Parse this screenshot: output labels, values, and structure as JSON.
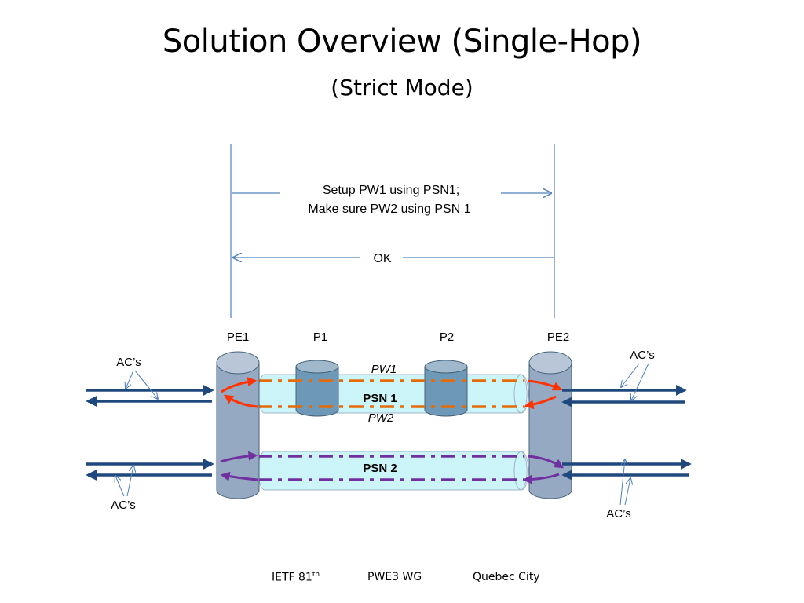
{
  "slide": {
    "title": "Solution Overview (Single-Hop)",
    "subtitle": "(Strict Mode)"
  },
  "messages": {
    "setup_line1": "Setup PW1 using PSN1;",
    "setup_line2": "Make sure PW2 using PSN 1",
    "ok": "OK"
  },
  "nodes": {
    "pe1": "PE1",
    "p1": "P1",
    "p2": "P2",
    "pe2": "PE2"
  },
  "tunnels": {
    "psn1": "PSN 1",
    "psn2": "PSN 2",
    "pw1": "PW1",
    "pw2": "PW2"
  },
  "ac_labels": {
    "left_top": "AC’s",
    "left_bottom": "AC’s",
    "right_top": "AC’s",
    "right_bottom": "AC’s"
  },
  "footer": {
    "ietf": "IETF 81",
    "ietf_sup": "th",
    "wg": "PWE3 WG",
    "city": "Quebec City"
  },
  "colors": {
    "message_line": "#4f81bd",
    "ac_arrow": "#1f497d",
    "pw_orange": "#e36c09",
    "pw_red": "#ff3300",
    "psn2_purple": "#7030a0",
    "router_fill": "#95a9c2",
    "core_router_fill": "#6d98b8",
    "tunnel_fill": "#ccf5fa"
  }
}
